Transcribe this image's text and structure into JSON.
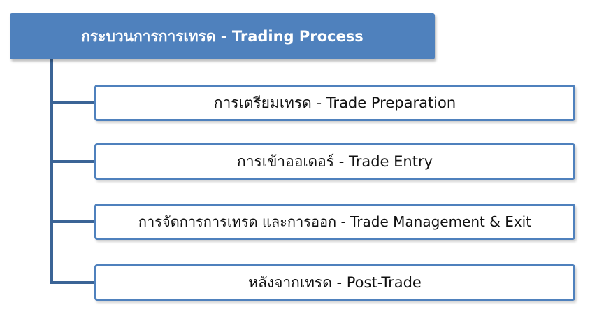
{
  "header": {
    "title": "กระบวนการการเทรด - Trading Process"
  },
  "steps": [
    {
      "label": "การเตรียมเทรด - Trade Preparation"
    },
    {
      "label": "การเข้าออเดอร์ - Trade Entry"
    },
    {
      "label": "การจัดการการเทรด และการออก - Trade Management & Exit"
    },
    {
      "label": "หลังจากเทรด - Post-Trade"
    }
  ],
  "colors": {
    "header_fill": "#4f81bd",
    "box_border": "#4f81bd",
    "connector": "#3b6496",
    "header_text": "#ffffff",
    "box_text": "#111111"
  }
}
